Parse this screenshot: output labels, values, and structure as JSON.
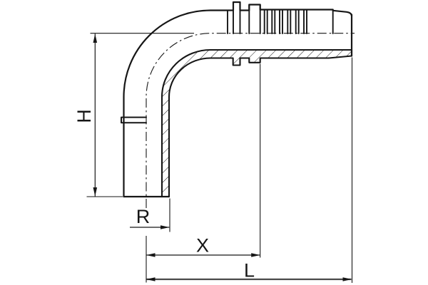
{
  "drawing": {
    "kind": "technical-drawing-90-degree-elbow-hose-fitting",
    "colors": {
      "ink": "#161616",
      "background": "#ffffff",
      "l_line": "#4a4a4a"
    },
    "labels": {
      "height": "H",
      "bend_radius": "R",
      "insert_length": "X",
      "overall_length": "L"
    }
  }
}
